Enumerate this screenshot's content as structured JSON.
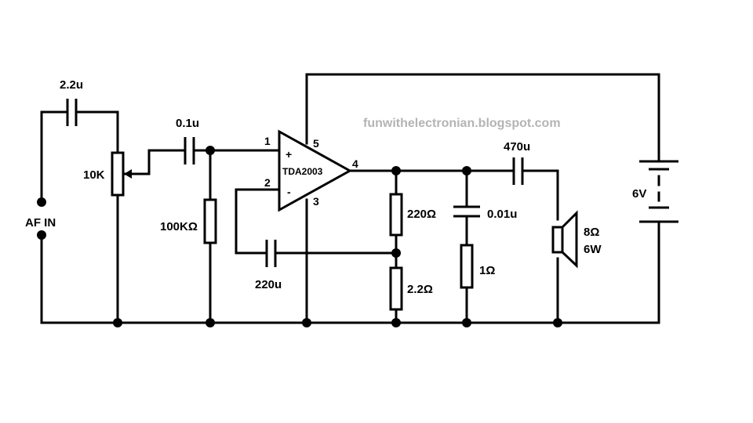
{
  "watermark": "funwithelectronian.blogspot.com",
  "input_label": "AF IN",
  "ic": {
    "name": "TDA2003",
    "plus": "+",
    "minus": "-",
    "pins": [
      "1",
      "2",
      "3",
      "4",
      "5"
    ]
  },
  "components": {
    "c_input": "2.2u",
    "pot": "10K",
    "c_coupling": "0.1u",
    "r_bias": "100KΩ",
    "c_feedback": "220u",
    "r_feedback_top": "220Ω",
    "r_feedback_bottom": "2.2Ω",
    "c_zobel": "0.01u",
    "r_zobel": "1Ω",
    "c_output": "470u",
    "speaker_ohms": "8Ω",
    "speaker_watts": "6W",
    "battery": "6V"
  }
}
